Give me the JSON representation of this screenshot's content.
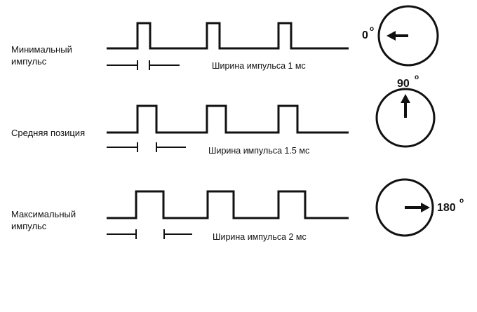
{
  "colors": {
    "line": "#111111",
    "background": "#ffffff"
  },
  "rows": [
    {
      "id": "min",
      "label_line1": "Минимальный",
      "label_line2": "импульс",
      "caption": "Ширина импульса 1 мс",
      "angle_value": "0",
      "angle_unit": "o",
      "servo_pointer_direction": "left"
    },
    {
      "id": "mid",
      "label_line1": "Средняя позиция",
      "label_line2": "",
      "caption": "Ширина импульса 1.5 мс",
      "angle_value": "90",
      "angle_unit": "o",
      "servo_pointer_direction": "up"
    },
    {
      "id": "max",
      "label_line1": "Максимальный",
      "label_line2": "импульс",
      "caption": "Ширина импульса 2 мс",
      "angle_value": "180",
      "angle_unit": "o",
      "servo_pointer_direction": "right"
    }
  ]
}
